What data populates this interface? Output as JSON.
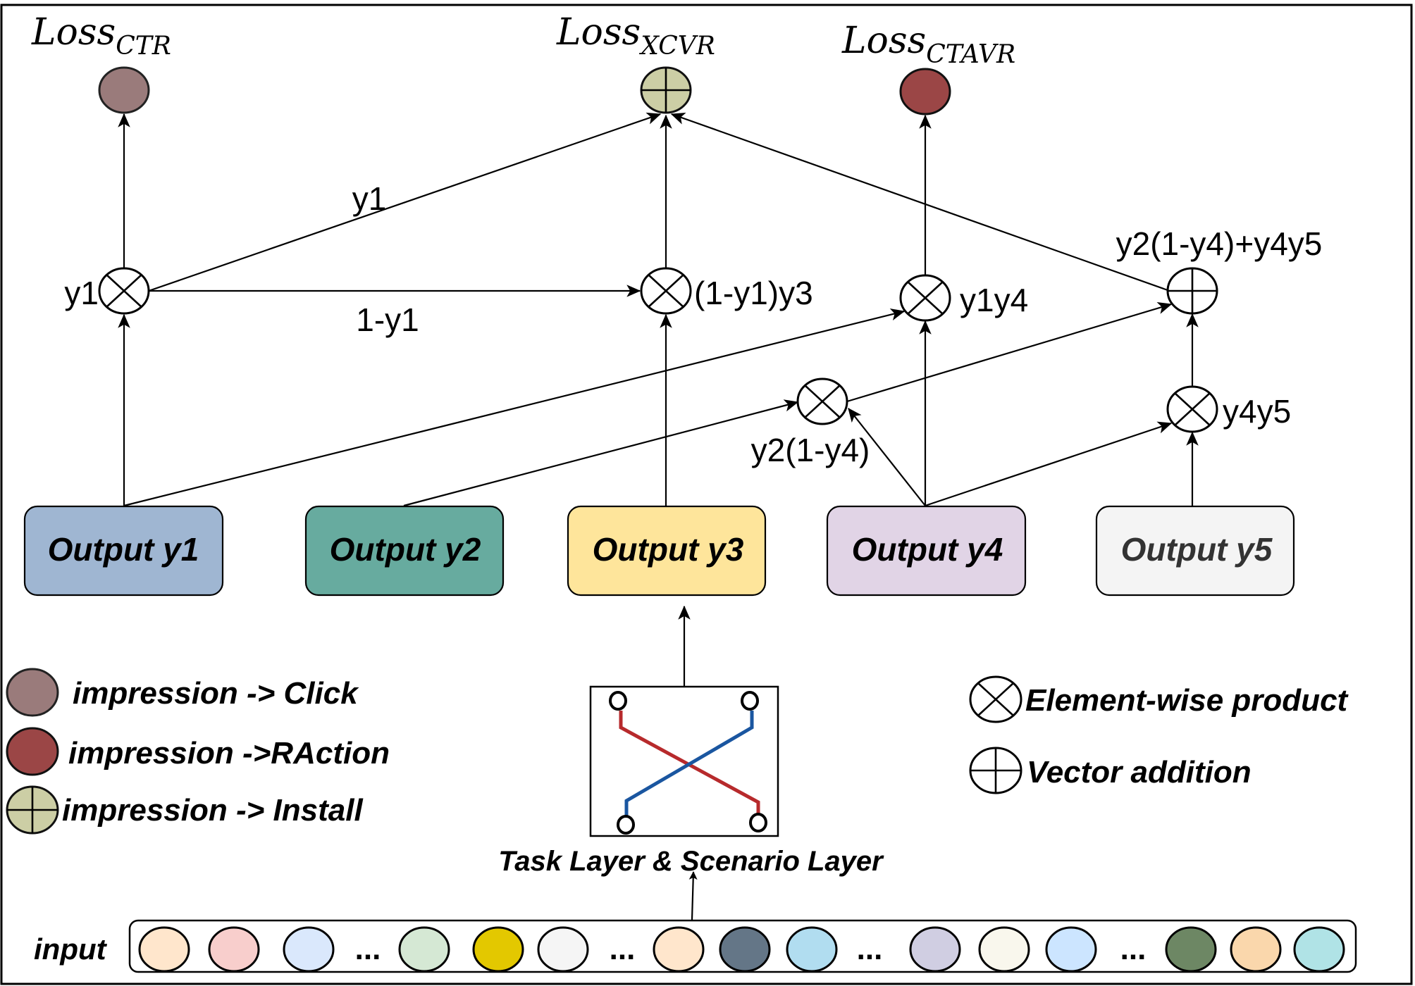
{
  "losses": [
    {
      "id": "ctr",
      "main": "Loss",
      "sub": "CTR",
      "color": "#9a7b7b",
      "symbol": "solid"
    },
    {
      "id": "xcvr",
      "main": "Loss",
      "sub": "XCVR",
      "color": "#cccea5",
      "symbol": "plus"
    },
    {
      "id": "ctavr",
      "main": "Loss",
      "sub": "CTAVR",
      "color": "#9b4646",
      "symbol": "solid"
    }
  ],
  "operators": [
    {
      "id": "op-y1",
      "type": "product",
      "label": "y1"
    },
    {
      "id": "op-1y1y3",
      "type": "product",
      "label": "(1-y1)y3"
    },
    {
      "id": "op-y1y4",
      "type": "product",
      "label": "y1y4"
    },
    {
      "id": "op-sum",
      "type": "addition",
      "label": "y2(1-y4)+y4y5"
    },
    {
      "id": "op-y2-1y4",
      "type": "product",
      "label": "y2(1-y4)"
    },
    {
      "id": "op-y4y5",
      "type": "product",
      "label": "y4y5"
    }
  ],
  "edge_labels": {
    "y1_to_xcvr": "y1",
    "one_minus_y1": "1-y1"
  },
  "outputs": [
    {
      "label": "Output y1",
      "color": "#9fb6d2",
      "text_color": "#000000"
    },
    {
      "label": "Output y2",
      "color": "#67ab9f",
      "text_color": "#000000"
    },
    {
      "label": "Output y3",
      "color": "#fee59b",
      "text_color": "#000000"
    },
    {
      "label": "Output y4",
      "color": "#e1d4e6",
      "text_color": "#000000"
    },
    {
      "label": "Output y5",
      "color": "#f4f4f4",
      "text_color": "#333333"
    }
  ],
  "task_layer": {
    "label": "Task Layer & Scenario Layer",
    "line_colors": {
      "red": "#b72a2c",
      "blue": "#1a56a0"
    }
  },
  "input": {
    "label": "input",
    "ellipsis": "...",
    "groups": [
      [
        "#ffe6cc",
        "#f8cecc",
        "#dae8fc"
      ],
      [
        "#d5e8d4",
        "#e3c800",
        "#f5f5f5"
      ],
      [
        "#ffe6cc",
        "#647687",
        "#b1ddf0"
      ],
      [
        "#d0cee2",
        "#f9f7ed",
        "#cce5ff"
      ],
      [
        "#6d8764",
        "#fad7ac",
        "#b0e3e6"
      ]
    ]
  },
  "legend_left": [
    {
      "label": "impression -> Click",
      "color": "#9a7b7b",
      "symbol": "solid"
    },
    {
      "label": "impression ->RAction",
      "color": "#9b4646",
      "symbol": "solid"
    },
    {
      "label": "impression -> Install",
      "color": "#cccea5",
      "symbol": "plus"
    }
  ],
  "legend_right": [
    {
      "label": "Element-wise product",
      "symbol": "product"
    },
    {
      "label": "Vector addition",
      "symbol": "addition"
    }
  ]
}
